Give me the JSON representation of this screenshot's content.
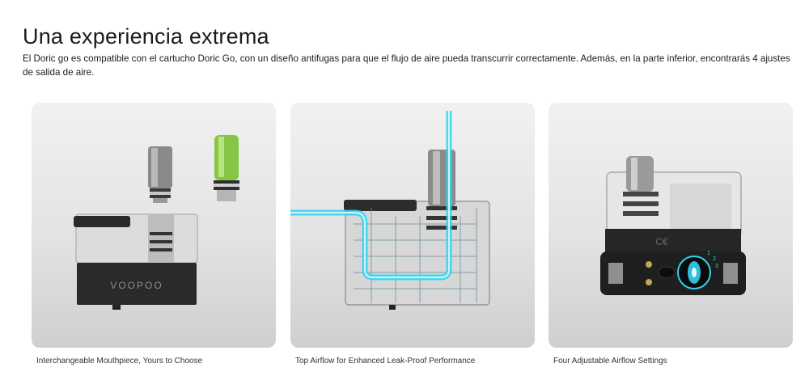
{
  "section": {
    "title": "Una experiencia extrema",
    "description": "El Doric go es compatible con el cartucho Doric Go, con un diseño antifugas para que el flujo de aire pueda transcurrir correctamente. Además, en la parte inferior, encontrarás 4 ajustes de salida de aire."
  },
  "cards": [
    {
      "caption": "Interchangeable Mouthpiece, Yours to Choose",
      "image_icon": "cartridge-mouthpiece-image",
      "brand_text": "VOOPOO"
    },
    {
      "caption": "Top Airflow for Enhanced Leak-Proof Performance",
      "image_icon": "airflow-diagram-image"
    },
    {
      "caption": "Four Adjustable Airflow Settings",
      "image_icon": "airflow-dial-image",
      "dial_numbers": [
        "1",
        "2",
        "3"
      ]
    }
  ],
  "colors": {
    "card_background": "#e6e6e6",
    "airflow_accent": "#2fd3f0",
    "mouthpiece_green": "#8fcf4a",
    "cartridge_dark": "#1f1f1f"
  }
}
